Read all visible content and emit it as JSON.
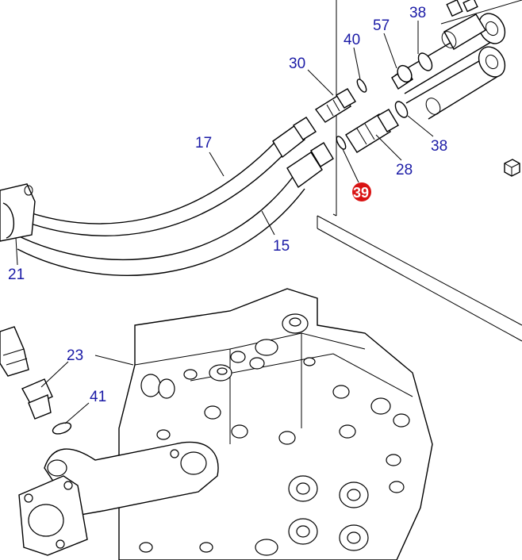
{
  "diagram": {
    "callouts": [
      {
        "id": "c38a",
        "text": "38"
      },
      {
        "id": "c57",
        "text": "57"
      },
      {
        "id": "c40",
        "text": "40"
      },
      {
        "id": "c30",
        "text": "30"
      },
      {
        "id": "c17",
        "text": "17"
      },
      {
        "id": "c38b",
        "text": "38"
      },
      {
        "id": "c28",
        "text": "28"
      },
      {
        "id": "c39",
        "text": "39",
        "highlighted": true
      },
      {
        "id": "c15",
        "text": "15"
      },
      {
        "id": "c21",
        "text": "21"
      },
      {
        "id": "c23",
        "text": "23"
      },
      {
        "id": "c41",
        "text": "41"
      }
    ],
    "colors": {
      "callout_text": "#1a1aa6",
      "highlight_marker": "#d91414",
      "line": "#000000",
      "background": "#ffffff"
    }
  }
}
